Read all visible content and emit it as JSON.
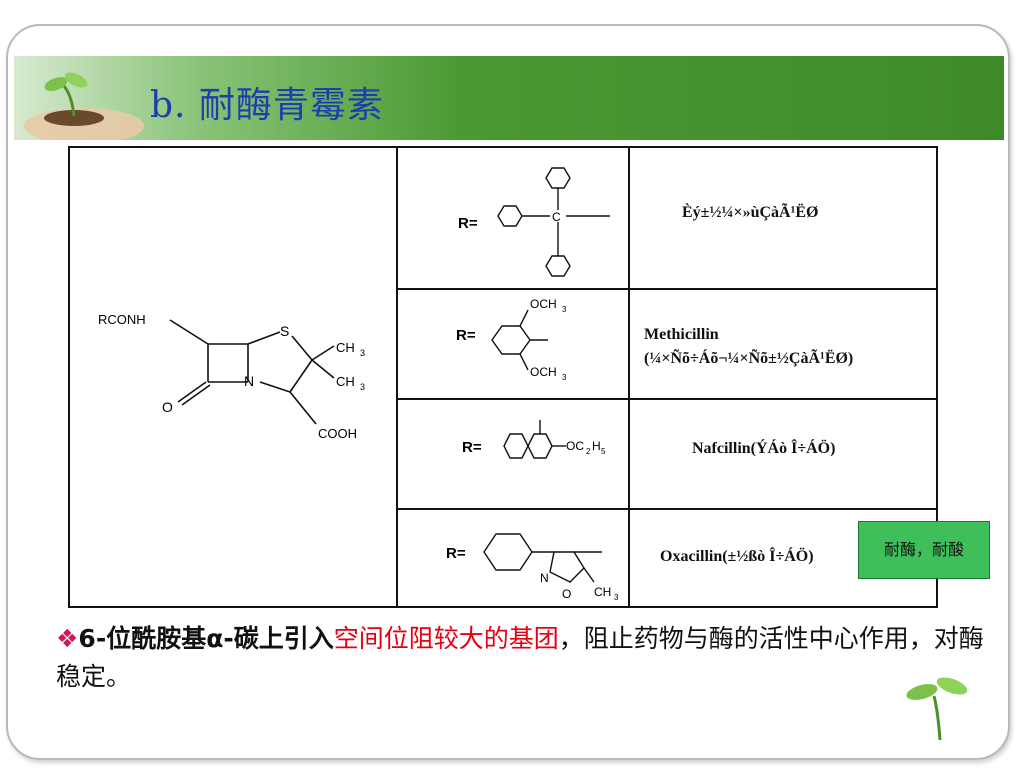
{
  "slide": {
    "title": "b. 耐酶青霉素"
  },
  "table": {
    "core": {
      "rconh": "RCONH",
      "s": "S",
      "ch3_a": "CH",
      "ch3_b": "CH",
      "sub3": "3",
      "n": "N",
      "o": "O",
      "cooh": "COOH"
    },
    "rows": [
      {
        "r_label": "R=",
        "name_line1": "Èý±½¼×»ùÇàÃ¹ËØ",
        "name_line2": ""
      },
      {
        "r_label": "R=",
        "name_line1": "Methicillin",
        "name_line2": "(¼×Ñõ÷Áõ¬¼×Ñõ±½ÇàÃ¹ËØ)"
      },
      {
        "r_label": "R=",
        "name_line1": "Nafcillin(ÝÁò Î÷ÁÖ)",
        "name_line2": ""
      },
      {
        "r_label": "R=",
        "name_line1": "Oxacillin(±½ßò Î÷ÁÖ)",
        "name_line2": ""
      }
    ],
    "substituents": {
      "c": "C",
      "och3_top": "OCH",
      "och3_bottom": "OCH",
      "oc2h5": "OC",
      "c2h5_sub_2": "2",
      "c2h5_h": "H",
      "c2h5_sub_5": "5",
      "isox_n": "N",
      "isox_o": "O",
      "isox_ch3": "CH"
    }
  },
  "note": "耐酶，耐酸",
  "footer": {
    "bullet": "❖",
    "part1": "6-位酰胺基α-碳上引入",
    "highlight": "空间位阻较大的基团",
    "part2": "，阻止药物与酶的活性中心作用，对酶稳定。"
  }
}
